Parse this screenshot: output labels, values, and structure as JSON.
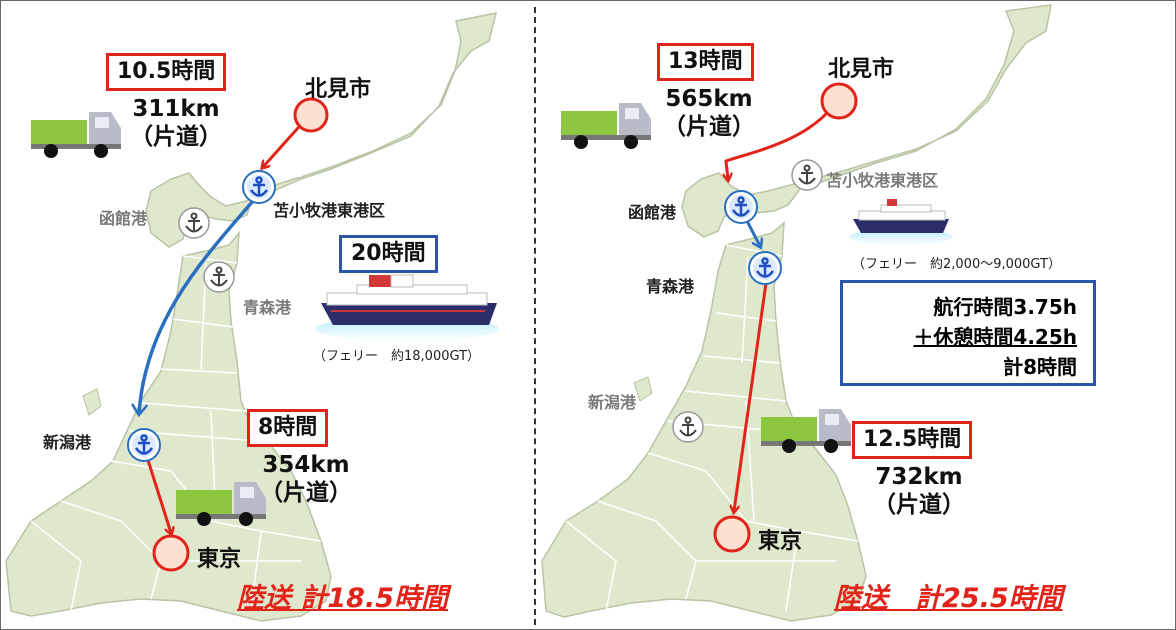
{
  "left": {
    "origin": "北見市",
    "destination": "東京",
    "port_tomakomai": "苫小牧港東港区",
    "port_hakodate": "函館港",
    "port_aomori": "青森港",
    "port_niigata": "新潟港",
    "truck_leg1": {
      "time": "10.5時間",
      "distance": "311km",
      "note": "（片道）"
    },
    "ferry": {
      "time": "20時間",
      "note": "（フェリー　約18,000GT）"
    },
    "truck_leg2": {
      "time": "8時間",
      "distance": "354km",
      "note": "（片道）"
    },
    "total": "陸送 計18.5時間"
  },
  "right": {
    "origin": "北見市",
    "destination": "東京",
    "port_tomakomai": "苫小牧港東港区",
    "port_hakodate": "函館港",
    "port_aomori": "青森港",
    "port_niigata": "新潟港",
    "truck_leg1": {
      "time": "13時間",
      "distance": "565km",
      "note": "（片道）"
    },
    "ferry": {
      "note": "（フェリー　約2,000～9,000GT）"
    },
    "sailing": {
      "line1": "航行時間3.75h",
      "line2": "＋休憩時間4.25h",
      "line3": "計8時間"
    },
    "truck_leg2": {
      "time": "12.5時間",
      "distance": "732km",
      "note": "（片道）"
    },
    "total": "陸送　計25.5時間"
  },
  "colors": {
    "land": "#dfe8cc",
    "border": "#ffffff",
    "coast": "#b9c4a6",
    "red": "#e2231a",
    "blue": "#2a6fc0",
    "box_blue": "#2a56a8",
    "city_fill": "#fde0cf",
    "truck_green": "#8dc63f",
    "truck_grey": "#b8bcc8"
  }
}
